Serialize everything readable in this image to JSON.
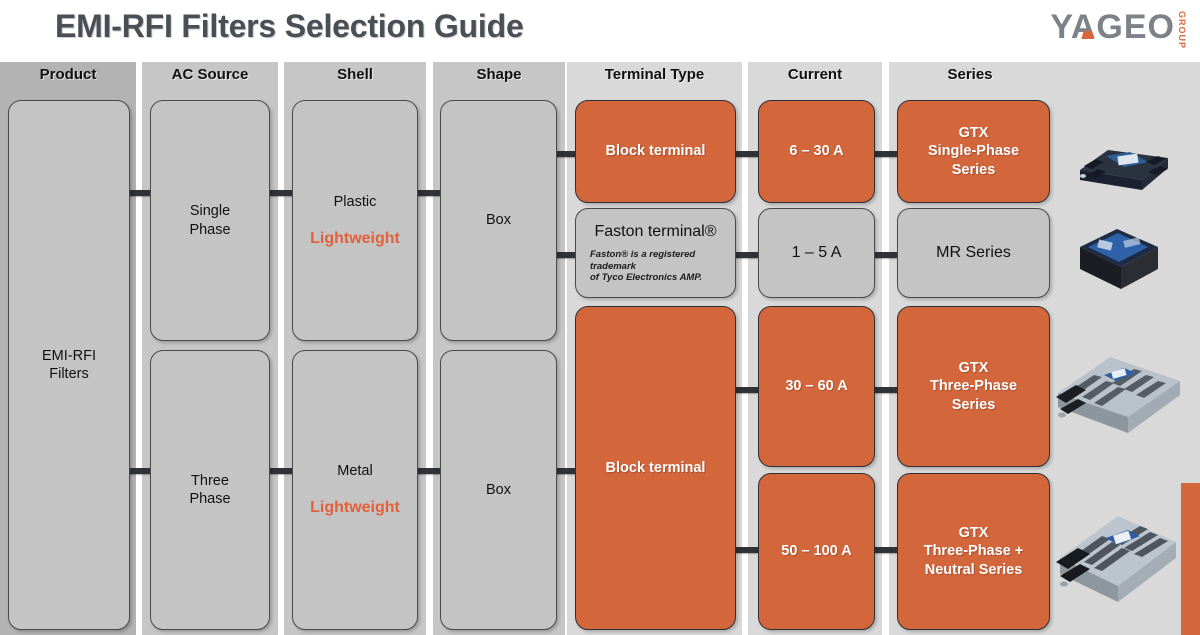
{
  "header": {
    "title": "EMI-RFI Filters Selection Guide",
    "logo_word": "YAGEO",
    "logo_sub": "GROUP"
  },
  "colors": {
    "accent_orange": "#d4663c",
    "text_orange": "#e2603a",
    "title_gray": "#4a4f56",
    "band_gray": "#d3d3d3",
    "node_gray": "#c4c4c4",
    "connector": "#2f3338"
  },
  "columns": [
    {
      "id": "product",
      "label": "Product"
    },
    {
      "id": "ac-source",
      "label": "AC Source"
    },
    {
      "id": "shell",
      "label": "Shell"
    },
    {
      "id": "shape",
      "label": "Shape"
    },
    {
      "id": "terminal-type",
      "label": "Terminal Type"
    },
    {
      "id": "current",
      "label": "Current"
    },
    {
      "id": "series",
      "label": "Series"
    }
  ],
  "nodes": {
    "product": {
      "label": "EMI-RFI\nFilters",
      "line1": "EMI-RFI",
      "line1b": "Filters"
    },
    "ac_source": [
      {
        "line1": "Single",
        "line1b": "Phase"
      },
      {
        "line1": "Three",
        "line1b": "Phase"
      }
    ],
    "shell": [
      {
        "line1": "Plastic",
        "line2": "Lightweight"
      },
      {
        "line1": "Metal",
        "line2": "Lightweight"
      }
    ],
    "shape": [
      {
        "line1": "Box"
      },
      {
        "line1": "Box"
      }
    ],
    "terminal_type": [
      {
        "line1": "Block terminal",
        "style": "orange"
      },
      {
        "line1": "Faston terminal®",
        "style": "gray",
        "fine": "Faston® is a registered trademark of Tyco Electronics AMP.",
        "fine_line1": "Faston® is a registered trademark",
        "fine_line2": "of Tyco Electronics AMP."
      },
      {
        "line1": "Block terminal",
        "style": "orange"
      }
    ],
    "current": [
      {
        "line1": "6 – 30 A",
        "style": "orange"
      },
      {
        "line1": "1 – 5 A",
        "style": "gray"
      },
      {
        "line1": "30 – 60 A",
        "style": "orange"
      },
      {
        "line1": "50 – 100 A",
        "style": "orange"
      }
    ],
    "series": [
      {
        "style": "orange",
        "lines": [
          "GTX",
          "Single-Phase",
          "Series"
        ]
      },
      {
        "style": "gray",
        "lines": [
          "MR Series"
        ]
      },
      {
        "style": "orange",
        "lines": [
          "GTX",
          "Three-Phase",
          "Series"
        ]
      },
      {
        "style": "orange",
        "lines": [
          "GTX",
          "Three-Phase +",
          "Neutral Series"
        ]
      }
    ]
  },
  "photos": [
    {
      "name": "gtx-single-phase-filter-photo",
      "kind": "dark-module"
    },
    {
      "name": "mr-series-filter-photo",
      "kind": "black-box"
    },
    {
      "name": "gtx-three-phase-filter-photo",
      "kind": "silver-module"
    },
    {
      "name": "gtx-three-phase-neutral-filter-photo",
      "kind": "silver-module-2"
    }
  ]
}
